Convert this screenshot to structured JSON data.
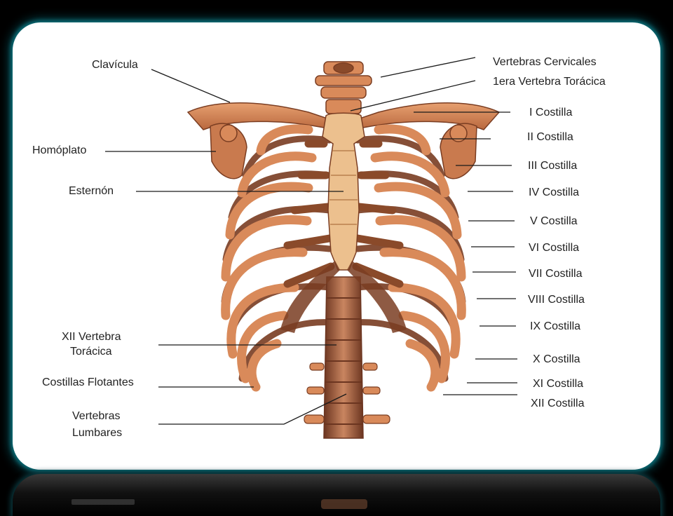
{
  "labels_left": {
    "clavicula": "Clavícula",
    "homoplato": "Homóplato",
    "esternon": "Esternón",
    "xii_vertebra_1": "XII Vertebra",
    "xii_vertebra_2": "Torácica",
    "costillas_flotantes": "Costillas Flotantes",
    "lumbares_1": "Vertebras",
    "lumbares_2": "Lumbares"
  },
  "labels_right": {
    "cervicales": "Vertebras Cervicales",
    "primera_toracica": "1era Vertebra Torácica",
    "costilla_1": "I Costilla",
    "costilla_2": "II Costilla",
    "costilla_3": "III Costilla",
    "costilla_4": "IV Costilla",
    "costilla_5": "V Costilla",
    "costilla_6": "VI Costilla",
    "costilla_7": "VII Costilla",
    "costilla_8": "VIII Costilla",
    "costilla_9": "IX Costilla",
    "costilla_10": "X Costilla",
    "costilla_11": "XI Costilla",
    "costilla_12": "XII Costilla"
  },
  "colors": {
    "bone": "#d98a5a",
    "bone_dark": "#7a3d22",
    "cartilage": "#8a4a2a",
    "frame_glow": "#0b6e78"
  }
}
